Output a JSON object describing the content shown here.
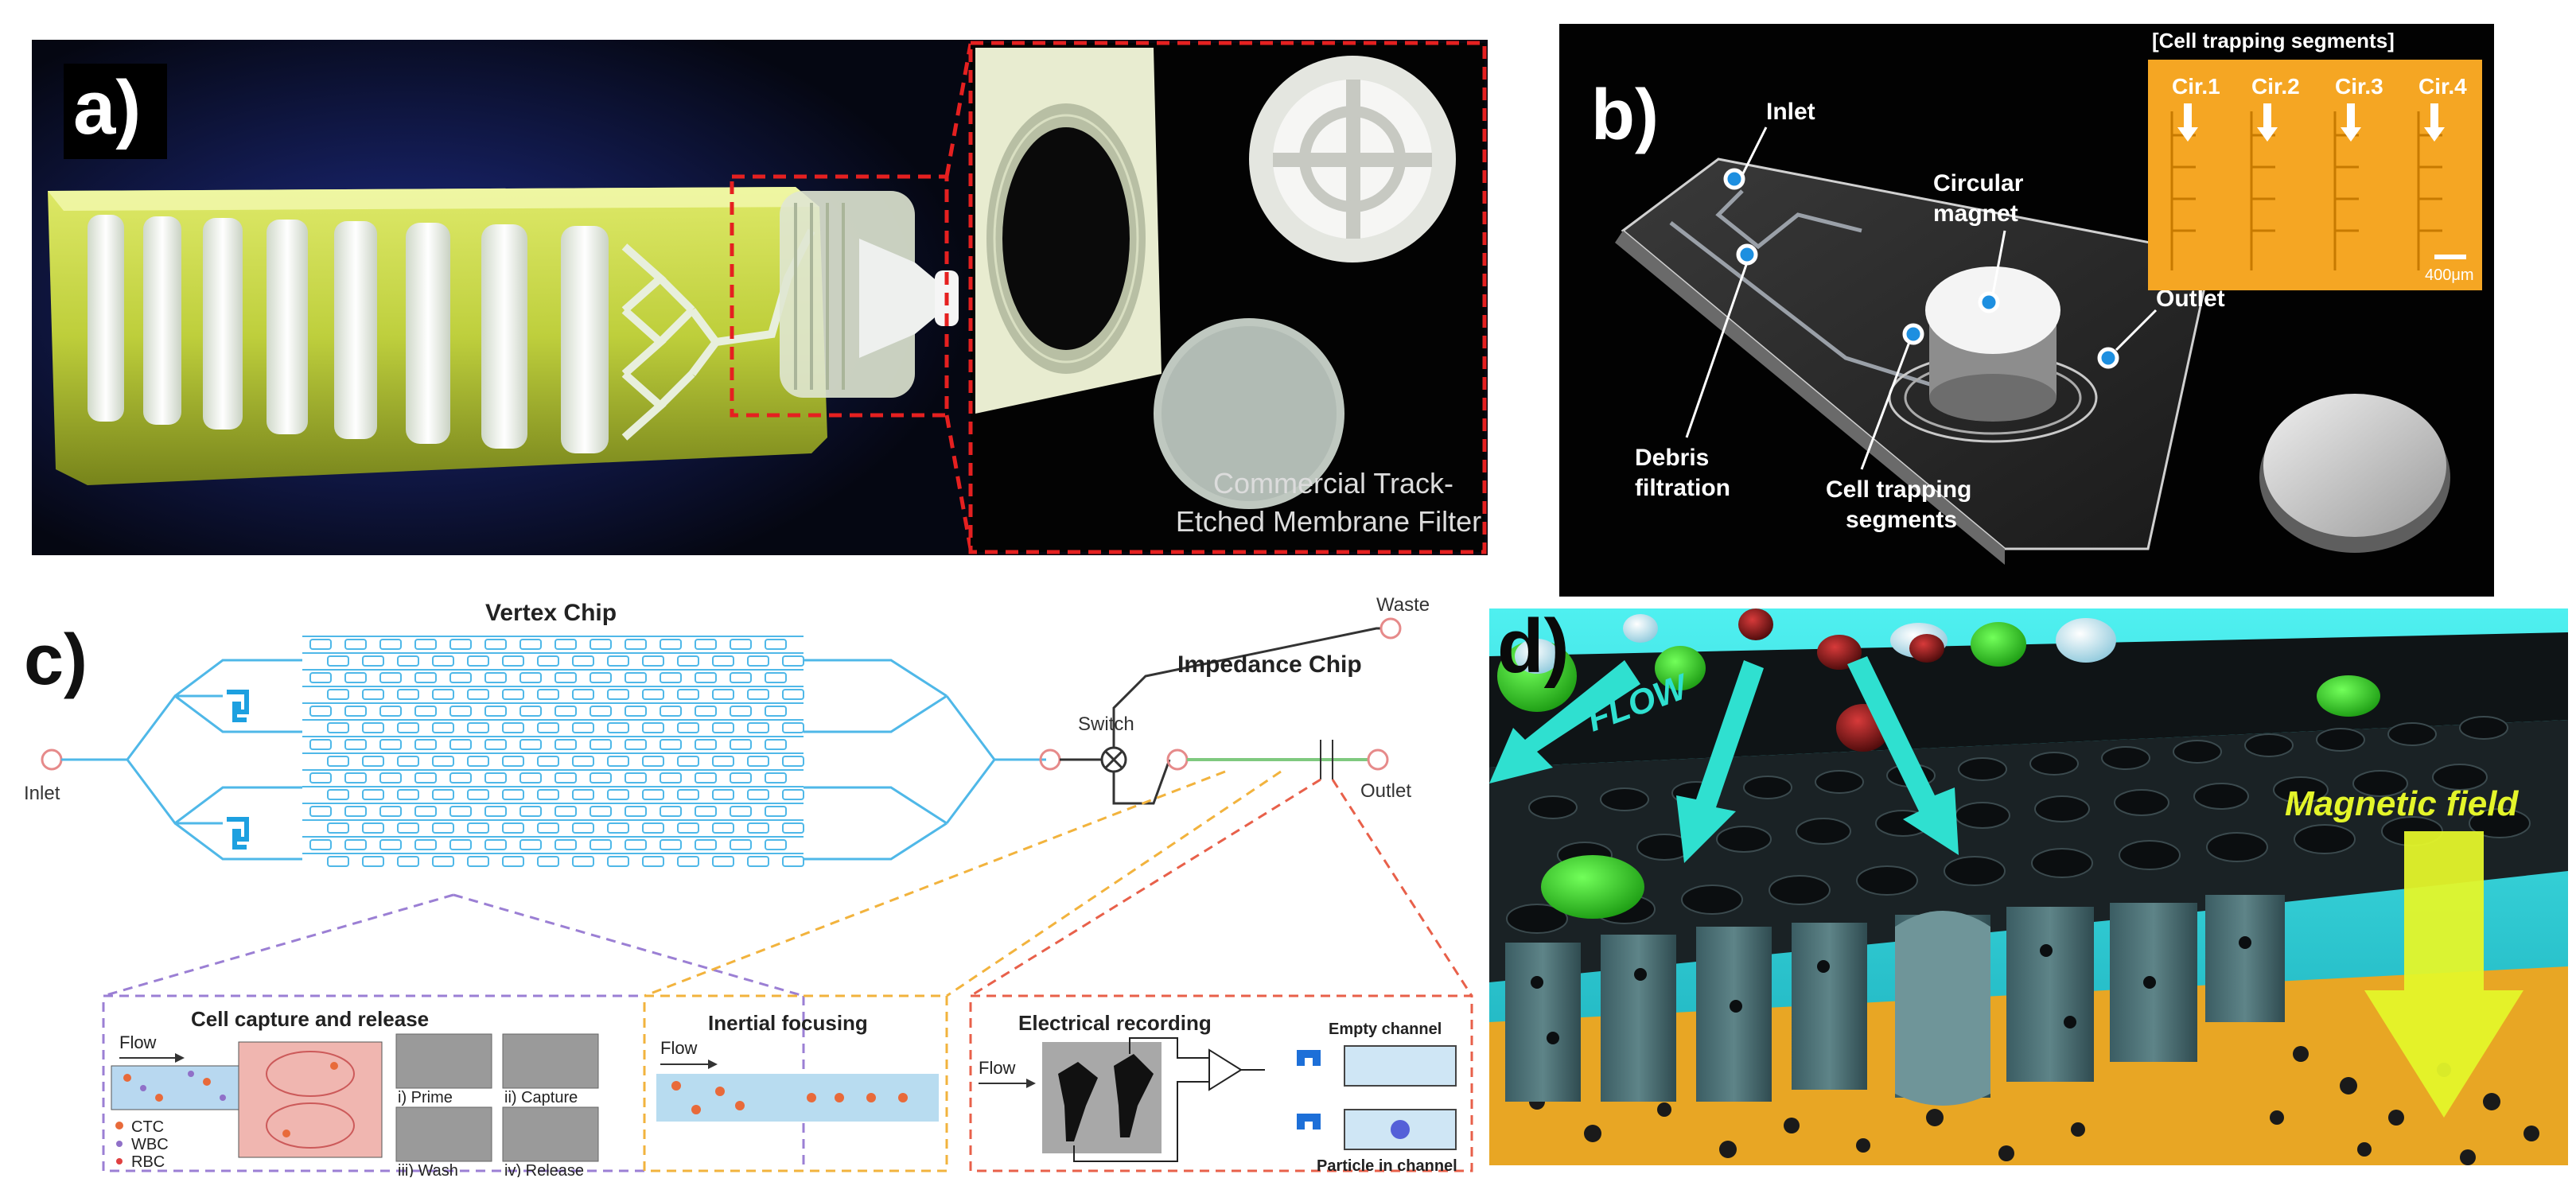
{
  "panel_a": {
    "label": "a)",
    "inset_caption_line1": "Commercial Track-",
    "inset_caption_line2": "Etched Membrane Filter"
  },
  "panel_b": {
    "label": "b)",
    "inlet": "Inlet",
    "circular_magnet_1": "Circular",
    "circular_magnet_2": "magnet",
    "outlet": "Outlet",
    "debris_1": "Debris",
    "debris_2": "filtration",
    "trapping_1": "Cell trapping",
    "trapping_2": "segments",
    "inset_title": "[Cell trapping segments]",
    "cir1": "Cir.1",
    "cir2": "Cir.2",
    "cir3": "Cir.3",
    "cir4": "Cir.4",
    "scale": "400μm"
  },
  "panel_c": {
    "label": "c)",
    "vertex_chip": "Vertex Chip",
    "impedance_chip": "Impedance Chip",
    "waste": "Waste",
    "switch": "Switch",
    "inlet": "Inlet",
    "outlet": "Outlet",
    "capture_title": "Cell capture and release",
    "flow": "Flow",
    "ctc": "CTC",
    "wbc": "WBC",
    "rbc": "RBC",
    "prime": "i) Prime",
    "capture": "ii) Capture",
    "wash": "iii) Wash",
    "release": "iv) Release",
    "inertial_title": "Inertial focusing",
    "electrical_title": "Electrical recording",
    "empty_channel": "Empty channel",
    "particle_channel": "Particle in channel"
  },
  "panel_d": {
    "label": "d)",
    "flow": "FLOW",
    "magnetic_field": "Magnetic field"
  },
  "colors": {
    "channel_blue": "#4fb8e8",
    "purple_box": "#9b7fd4",
    "orange_box": "#f2b33d",
    "red_box": "#e8604a",
    "cyan_water": "#34e0e0",
    "magnet_yellow": "#e4f52a"
  }
}
